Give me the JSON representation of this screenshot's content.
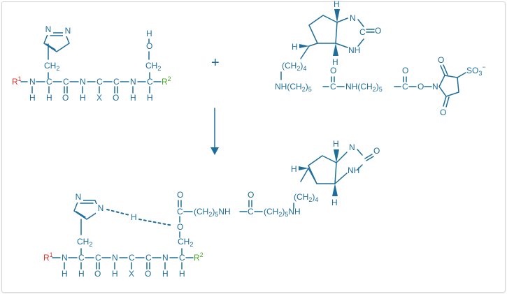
{
  "colors": {
    "structure": "#1f6e99",
    "r1": "#d9342b",
    "r2": "#4ca52e",
    "frame": "#d2d6d9"
  },
  "atoms": {
    "N": "N",
    "H": "H",
    "C": "C",
    "O": "O",
    "X": "X",
    "NH": "NH",
    "O_link": "O",
    "plus": "+"
  },
  "groups": {
    "R1": "R",
    "R1_sup": "1",
    "R2": "R",
    "R2_sup": "2",
    "CH2": "CH",
    "CH2_sub": "2",
    "CH2n5": "(CH",
    "CH2n5_tail": ")",
    "n4": "4",
    "n5": "5",
    "n2": "2",
    "SO3": "SO",
    "SO3_sub": "3",
    "SO3_sup": "−",
    "NH_CH2": "NH(CH",
    "NH_CH2_close": ")",
    "H_label": "H"
  }
}
